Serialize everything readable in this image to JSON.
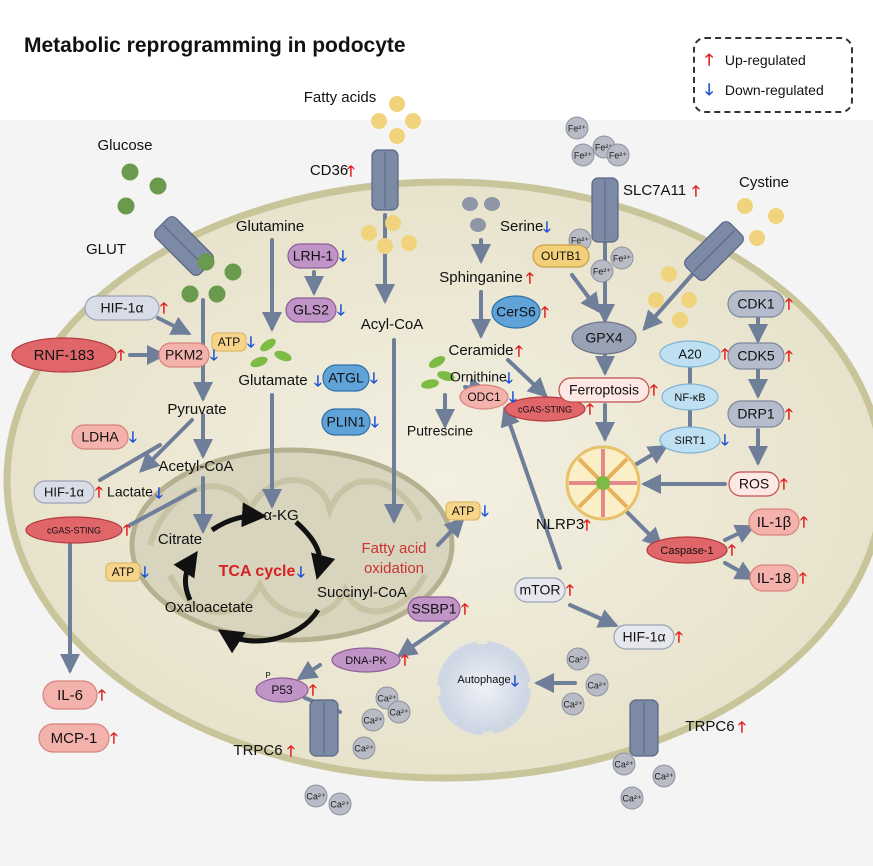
{
  "title": "Metabolic reprogramming in podocyte",
  "legend": {
    "up_label": "Up-regulated",
    "down_label": "Down-regulated",
    "up_icon": "red-up-arrow",
    "down_icon": "blue-down-arrow"
  },
  "colors": {
    "up": "#e02020",
    "down": "#1a4fd6",
    "membrane": "#c9c59a",
    "cytoplasm": "#ede9d8",
    "mito": "#d8d4bd",
    "tca_text": "#d62222",
    "fao_text": "#cc3333"
  },
  "labels": {
    "glucose": "Glucose",
    "glut": "GLUT",
    "fatty_acids": "Fatty acids",
    "cd36": "CD36",
    "slc7a11": "SLC7A11",
    "cystine": "Cystine",
    "glutamine": "Glutamine",
    "serine": "Serine",
    "sphinganine": "Sphinganine",
    "ceramide": "Ceramide",
    "ornithine": "Ornithine",
    "putrescine": "Putrescine",
    "acyl_coa": "Acyl-CoA",
    "glutamate": "Glutamate",
    "pyruvate": "Pyruvate",
    "lactate": "Lactate",
    "acetyl_coa": "Acetyl-CoA",
    "citrate": "Citrate",
    "akg": "α-KG",
    "tca": "TCA cycle",
    "oxaloacetate": "Oxaloacetate",
    "succinyl_coa": "Succinyl-CoA",
    "fao_line1": "Fatty acid",
    "fao_line2": "oxidation",
    "nlrp3": "NLRP3",
    "trpc6": "TRPC6",
    "atp": "ATP",
    "fe": "Fe²⁺",
    "ca": "Ca²⁺",
    "p": "P"
  },
  "nodes": {
    "hif1a": "HIF-1α",
    "rnf183": "RNF-183",
    "pkm2": "PKM2",
    "ldha": "LDHA",
    "cgas_sting": "cGAS-STING",
    "lrh1": "LRH-1",
    "gls2": "GLS2",
    "atgl": "ATGL",
    "plin1": "PLIN1",
    "cers6": "CerS6",
    "outb1": "OUTB1",
    "gpx4": "GPX4",
    "odc1": "ODC1",
    "ferroptosis": "Ferroptosis",
    "a20": "A20",
    "nfkb": "NF-κB",
    "sirt1": "SIRT1",
    "cdk1": "CDK1",
    "cdk5": "CDK5",
    "drp1": "DRP1",
    "ros": "ROS",
    "il1b": "IL-1β",
    "caspase1": "Caspase-1",
    "il18": "IL-18",
    "mtor": "mTOR",
    "ssbp1": "SSBP1",
    "dnapk": "DNA-PK",
    "p53": "P53",
    "autophage": "Autophage",
    "il6": "IL-6",
    "mcp1": "MCP-1"
  }
}
